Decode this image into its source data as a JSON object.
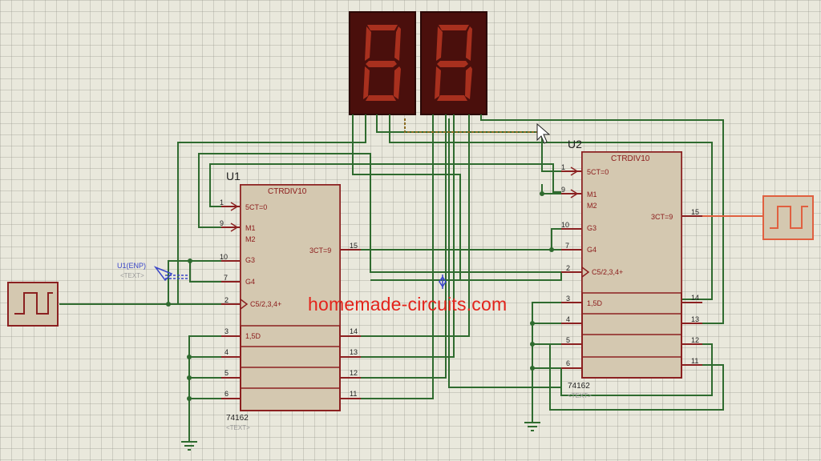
{
  "colors": {
    "wire": "#2f6b2f",
    "chip_fill": "#d4c8b0",
    "chip_stroke": "#8b2020",
    "pin": "#8b2020",
    "text": "#8b1a1a",
    "display_bg": "#4a0f0c",
    "segment_on": "#a8301e",
    "watermark": "#e3231b",
    "probe": "#3a46c8",
    "clock_out": "#e06040",
    "canvas": "#e9e8dc"
  },
  "display": {
    "digits": [
      "8",
      "8"
    ]
  },
  "u1": {
    "ref": "U1",
    "title": "CTRDIV10",
    "part": "74162",
    "text_placeholder": "<TEXT>",
    "left_pins": [
      {
        "num": "1",
        "name": "5CT=0"
      },
      {
        "num": "9",
        "name": "M1"
      },
      {
        "num": "",
        "name": "M2"
      },
      {
        "num": "10",
        "name": "G3"
      },
      {
        "num": "7",
        "name": "G4"
      },
      {
        "num": "2",
        "name": "C5/2,3,4+"
      },
      {
        "num": "3",
        "name": "1,5D"
      },
      {
        "num": "4",
        "name": ""
      },
      {
        "num": "5",
        "name": ""
      },
      {
        "num": "6",
        "name": ""
      }
    ],
    "right_pins": [
      {
        "num": "15",
        "name": "3CT=9"
      },
      {
        "num": "14",
        "name": ""
      },
      {
        "num": "13",
        "name": ""
      },
      {
        "num": "12",
        "name": ""
      },
      {
        "num": "11",
        "name": ""
      }
    ]
  },
  "u2": {
    "ref": "U2",
    "title": "CTRDIV10",
    "part": "74162",
    "text_placeholder": "<TEXT>",
    "left_pins": [
      {
        "num": "1",
        "name": "5CT=0"
      },
      {
        "num": "9",
        "name": "M1"
      },
      {
        "num": "",
        "name": "M2"
      },
      {
        "num": "10",
        "name": "G3"
      },
      {
        "num": "7",
        "name": "G4"
      },
      {
        "num": "2",
        "name": "C5/2,3,4+"
      },
      {
        "num": "3",
        "name": "1,5D"
      },
      {
        "num": "4",
        "name": ""
      },
      {
        "num": "5",
        "name": ""
      },
      {
        "num": "6",
        "name": ""
      }
    ],
    "right_pins": [
      {
        "num": "15",
        "name": "3CT=9"
      },
      {
        "num": "14",
        "name": ""
      },
      {
        "num": "13",
        "name": ""
      },
      {
        "num": "12",
        "name": ""
      },
      {
        "num": "11",
        "name": ""
      }
    ]
  },
  "probe": {
    "label": "U1(ENP)",
    "text_placeholder": "<TEXT>"
  },
  "watermark": {
    "text": "homemade-circuits.com"
  }
}
